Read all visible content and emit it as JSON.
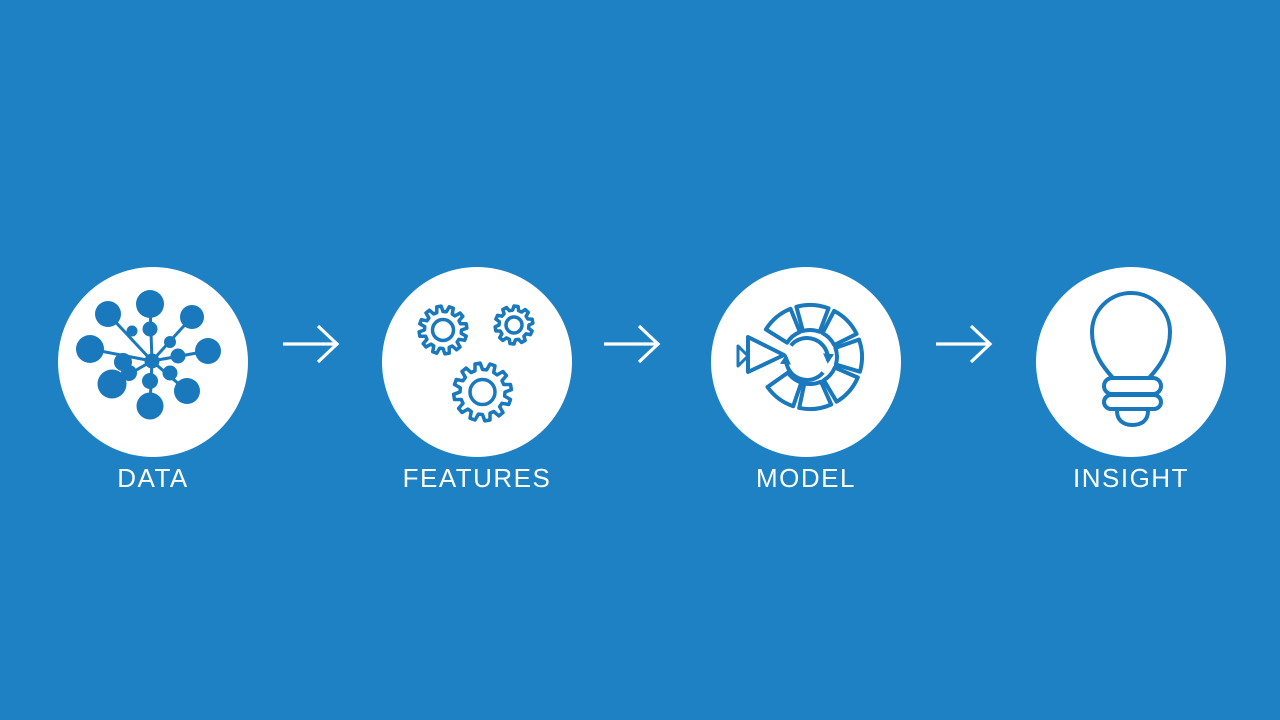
{
  "background_color": "#1d81c3",
  "accent_color": "#1a78bc",
  "title": "",
  "steps": [
    {
      "label": "DATA",
      "icon": "data-network-icon"
    },
    {
      "label": "FEATURES",
      "icon": "gears-icon"
    },
    {
      "label": "MODEL",
      "icon": "model-cycle-icon"
    },
    {
      "label": "INSIGHT",
      "icon": "lightbulb-icon"
    }
  ],
  "connectors": [
    {
      "icon": "arrow-right-icon"
    },
    {
      "icon": "arrow-right-icon"
    },
    {
      "icon": "arrow-right-icon"
    }
  ]
}
